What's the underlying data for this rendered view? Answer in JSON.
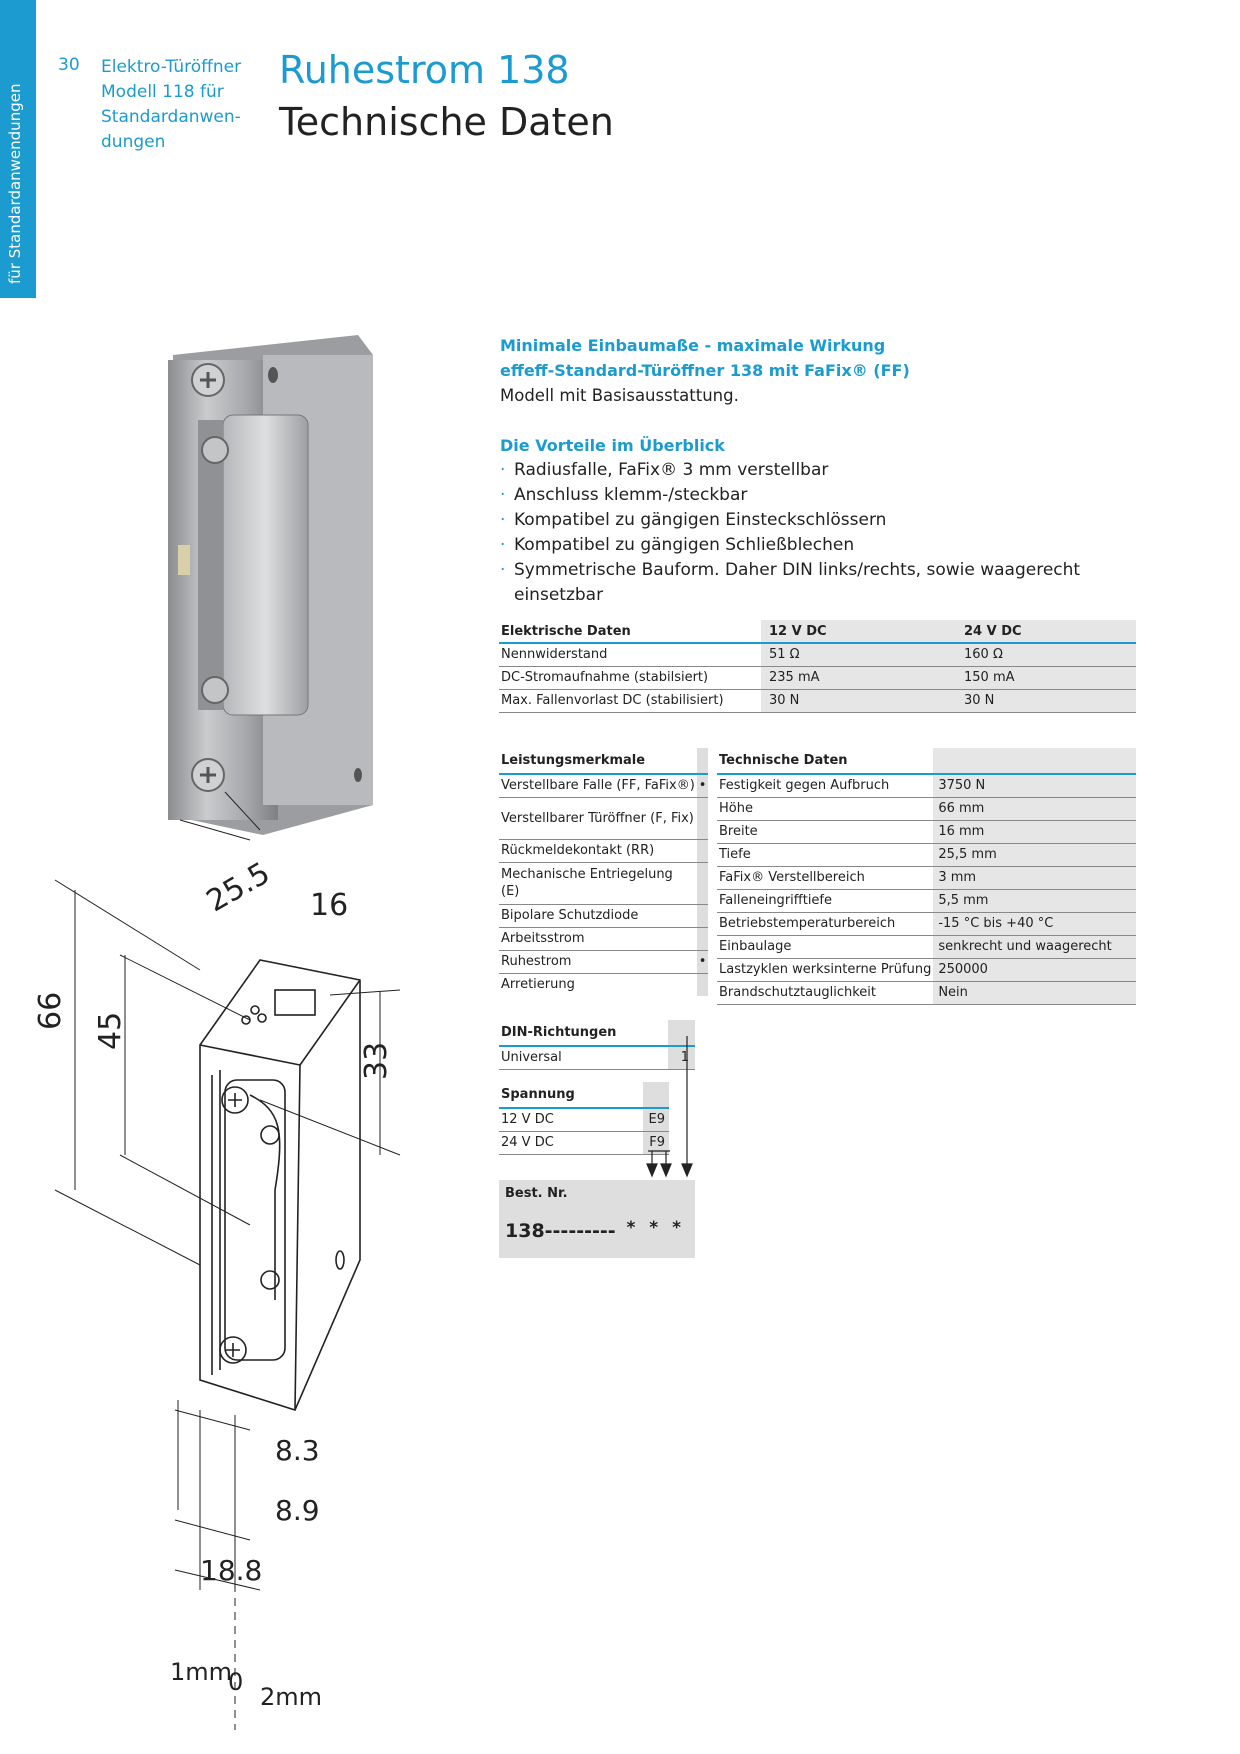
{
  "side_tab": "für Standardanwendungen",
  "page_number": "30",
  "section_lines": [
    "Elektro-Türöffner",
    "Modell 118 für",
    "Standardanwen-",
    "dungen"
  ],
  "title_line1": "Ruhestrom 138",
  "title_line2": "Technische Daten",
  "intro": {
    "heading1": "Minimale Einbaumaße - maximale Wirkung",
    "heading2": "effeff-Standard-Türöffner 138 mit FaFix® (FF)",
    "text": "Modell mit Basisausstattung."
  },
  "benefits": {
    "heading": "Die Vorteile im Überblick",
    "items": [
      "Radiusfalle, FaFix® 3 mm verstellbar",
      "Anschluss klemm-/steckbar",
      "Kompatibel zu gängigen Einsteckschlössern",
      "Kompatibel zu gängigen Schließblechen",
      "Symmetrische Bauform. Daher DIN links/rechts, sowie waagerecht einsetzbar"
    ]
  },
  "electrical": {
    "header": [
      "Elektrische Daten",
      "12 V DC",
      "24 V DC"
    ],
    "rows": [
      [
        "Nennwiderstand",
        "51 Ω",
        "160 Ω"
      ],
      [
        "DC-Stromaufnahme (stabilsiert)",
        "235 mA",
        "150 mA"
      ],
      [
        "Max. Fallenvorlast DC (stabilisiert)",
        "30 N",
        "30 N"
      ]
    ]
  },
  "leistung": {
    "header": "Leistungsmerkmale",
    "rows": [
      [
        "Verstellbare Falle (FF, FaFix®)",
        "•"
      ],
      [
        "Verstellbarer Türöffner (F, Fix)",
        ""
      ],
      [
        "Rückmeldekontakt (RR)",
        ""
      ],
      [
        "Mechanische Entriegelung (E)",
        ""
      ],
      [
        "Bipolare Schutzdiode",
        ""
      ],
      [
        "Arbeitsstrom",
        ""
      ],
      [
        "Ruhestrom",
        "•"
      ],
      [
        "Arretierung",
        ""
      ]
    ]
  },
  "technical": {
    "header": "Technische Daten",
    "rows": [
      [
        "Festigkeit gegen Aufbruch",
        "3750 N"
      ],
      [
        "Höhe",
        "66 mm"
      ],
      [
        "Breite",
        "16 mm"
      ],
      [
        "Tiefe",
        "25,5 mm"
      ],
      [
        "FaFix® Verstellbereich",
        "3 mm"
      ],
      [
        "Falleneingrifftiefe",
        "5,5 mm"
      ],
      [
        "Betriebstemperaturbereich",
        "-15 °C bis +40 °C"
      ],
      [
        "Einbaulage",
        "senkrecht und waagerecht"
      ],
      [
        "Lastzyklen werksinterne Prüfung",
        "250000"
      ],
      [
        "Brandschutztauglichkeit",
        "Nein"
      ]
    ]
  },
  "din": {
    "header": "DIN-Richtungen",
    "rows": [
      [
        "Universal",
        "1"
      ]
    ]
  },
  "spannung": {
    "header": "Spannung",
    "rows": [
      [
        "12 V DC",
        "E9"
      ],
      [
        "24 V DC",
        "F9"
      ]
    ]
  },
  "order": {
    "label": "Best. Nr.",
    "code": "138---------",
    "stars": "* * *"
  },
  "dimensions": {
    "depth": "25.5",
    "width": "16",
    "height": "66",
    "inner": "45",
    "mid": "33",
    "d1": "8.3",
    "d2": "8.9",
    "d3": "18.8",
    "scale_left": "1mm",
    "scale_zero": "0",
    "scale_right": "2mm"
  }
}
